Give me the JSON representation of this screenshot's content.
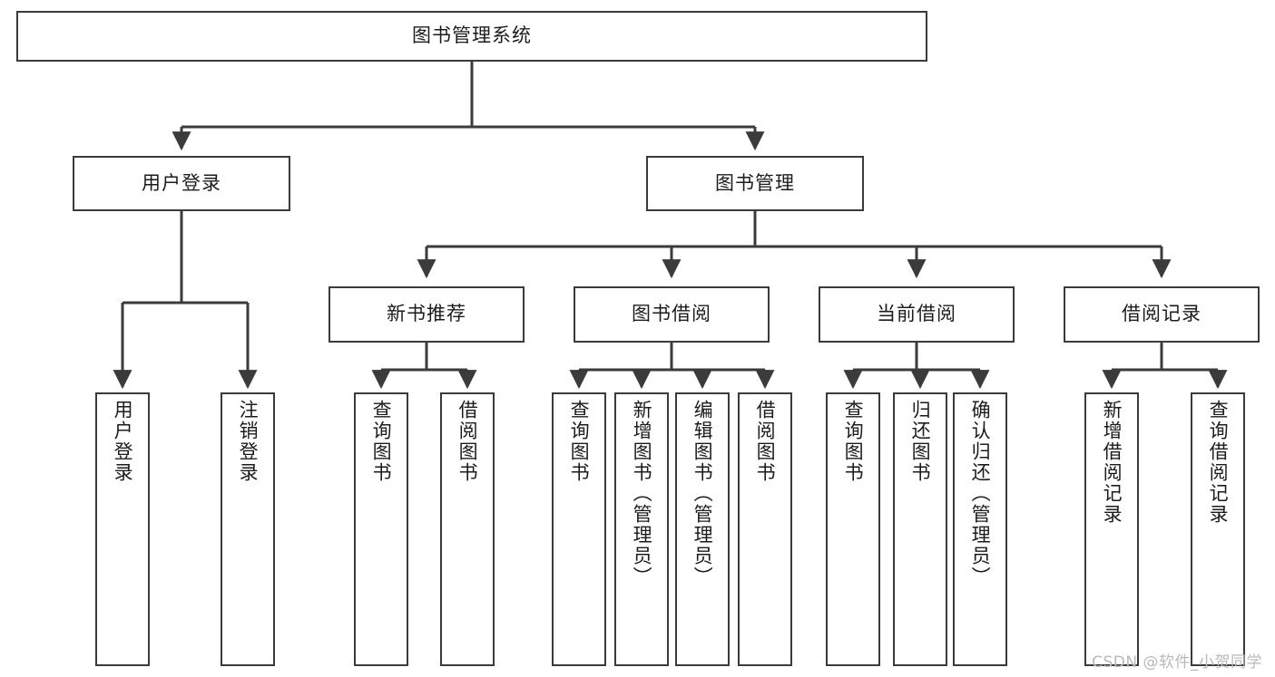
{
  "diagram": {
    "title": "图书管理系统",
    "watermark": "CSDN @软件_小贺同学",
    "line_color": "#3b3b3b",
    "text_color": "#1c1c1c",
    "background": "#ffffff",
    "root": {
      "label": "图书管理系统"
    },
    "level2": [
      {
        "label": "用户登录"
      },
      {
        "label": "图书管理"
      }
    ],
    "level3": [
      {
        "label": "新书推荐"
      },
      {
        "label": "图书借阅"
      },
      {
        "label": "当前借阅"
      },
      {
        "label": "借阅记录"
      }
    ],
    "leaves": {
      "user_login": [
        {
          "label": "用户登录"
        },
        {
          "label": "注销登录"
        }
      ],
      "new_book_recommend": [
        {
          "label": "查询图书"
        },
        {
          "label": "借阅图书"
        }
      ],
      "book_borrow": [
        {
          "label": "查询图书"
        },
        {
          "label": "新增图书（管理员）"
        },
        {
          "label": "编辑图书（管理员）"
        },
        {
          "label": "借阅图书"
        }
      ],
      "current_borrow": [
        {
          "label": "查询图书"
        },
        {
          "label": "归还图书"
        },
        {
          "label": "确认归还（管理员）"
        }
      ],
      "borrow_record": [
        {
          "label": "新增借阅记录"
        },
        {
          "label": "查询借阅记录"
        }
      ]
    }
  }
}
